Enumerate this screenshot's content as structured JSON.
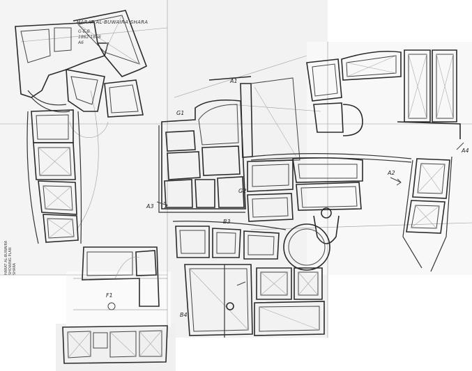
{
  "drawing": {
    "title": "HARAT AL-BUWAIRA SHARA",
    "notes": [
      "G-E-B",
      "1862-1868",
      "A6"
    ],
    "side_note": [
      "HARAT AL-BUWAIRA",
      "SHOWING PLAN",
      "SHARA"
    ],
    "zone_labels": {
      "a1": "A1",
      "a2": "A2",
      "a3": "A3",
      "a4": "A4",
      "g1": "G1",
      "g2": "G2",
      "b3": "B3",
      "b4": "B4",
      "f1": "F1"
    },
    "colors": {
      "paper": "#f7f7f7",
      "paper_overlay": "#efefef",
      "ink": "#2a2a2a",
      "guide": "#9a9a9a"
    }
  }
}
